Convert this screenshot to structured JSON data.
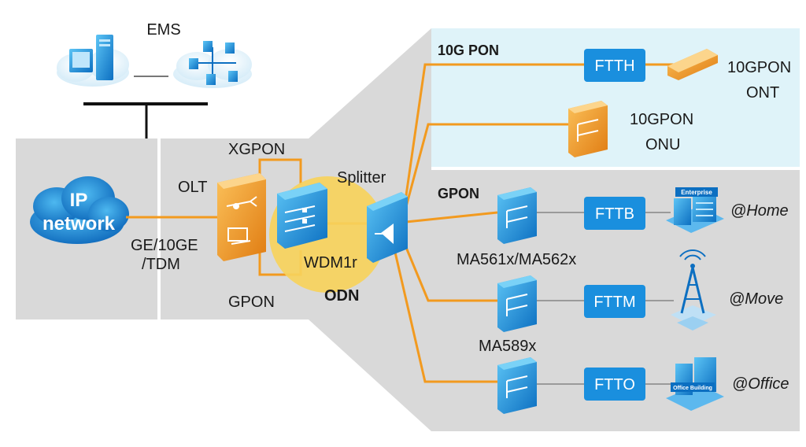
{
  "ems": {
    "label": "EMS"
  },
  "ip_network": {
    "line1": "IP",
    "line2": "network"
  },
  "labels": {
    "olt": "OLT",
    "xgpon": "XGPON",
    "gpon_olt": "GPON",
    "ge_line1": "GE/10GE",
    "ge_line2": "/TDM",
    "wdm": "WDM1r",
    "odn": "ODN",
    "splitter": "Splitter"
  },
  "sections": {
    "tenG": "10G PON",
    "gpon": "GPON"
  },
  "tenG_devices": {
    "ont_line1": "10GPON",
    "ont_line2": "ONT",
    "onu_line1": "10GPON",
    "onu_line2": "ONU"
  },
  "ftt_boxes": {
    "ftth": "FTTH",
    "fttb": "FTTB",
    "fttm": "FTTM",
    "ftto": "FTTO"
  },
  "gpon_devices": {
    "ma561": "MA561x/MA562x",
    "ma589": "MA589x"
  },
  "scenarios": {
    "home": "@Home",
    "move": "@Move",
    "office": "@Office"
  },
  "building_signs": {
    "enterprise": "Enterprise",
    "office_building": "Office Building"
  },
  "colors": {
    "fiber": "#f29a1f",
    "device_blue": "#1a8fde",
    "olt_orange": "#f0a030",
    "odn_yellow": "#f7d35c",
    "panel_gray": "#d9d9d9",
    "tenG_bg": "#dff3f9"
  }
}
